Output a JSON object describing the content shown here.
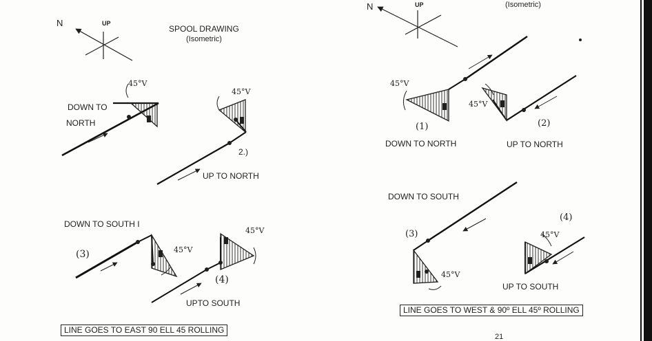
{
  "left": {
    "title": "SPOOL DRAWING",
    "subtitle": "(Isometric)",
    "compass": {
      "north": "N",
      "up": "UP"
    },
    "labels": {
      "down_to": "DOWN TO",
      "north": "NORTH",
      "fig2": "2.)",
      "up_to_north": "UP TO NORTH",
      "down_to_south": "DOWN TO SOUTH I",
      "fig3": "(3)",
      "fig4": "(4)",
      "upto_south": "UPTO SOUTH"
    },
    "angles": {
      "a1": "45°V",
      "a2": "45°V",
      "a3": "45°V",
      "a4": "45°V"
    },
    "caption": "LINE GOES TO EAST 90 ELL 45 ROLLING"
  },
  "right": {
    "subtitle": "(Isometric)",
    "compass": {
      "north": "N",
      "up": "UP"
    },
    "labels": {
      "fig1": "(1)",
      "fig2": "(2)",
      "down_to_north": "DOWN TO NORTH",
      "up_to_north": "UP TO NORTH",
      "down_to_south": "DOWN TO SOUTH",
      "fig3": "(3)",
      "fig4": "(4)",
      "up_to_south": "UP TO SOUTH"
    },
    "angles": {
      "a1": "45°V",
      "a2": "45°V",
      "a3": "45°V",
      "a4": "45°V"
    },
    "caption": "LINE GOES TO WEST & 90º ELL 45º ROLLING",
    "page_number": "21"
  },
  "colors": {
    "ink": "#1f1f1f",
    "paper": "#fdfdfb",
    "edge": "#111111"
  }
}
